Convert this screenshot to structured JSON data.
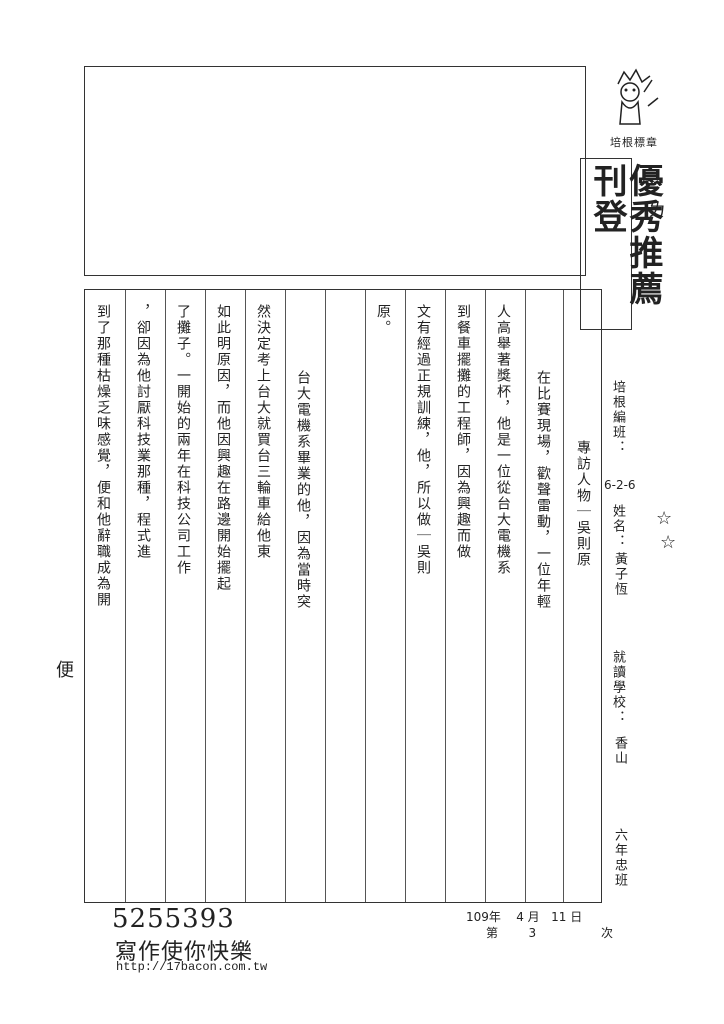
{
  "stamp": {
    "label": "培根標章"
  },
  "award": {
    "text": "優秀推薦刊登"
  },
  "info": {
    "class_label": "培根編班：",
    "class_value": "6-2-6",
    "name_label": "姓名：",
    "name_value": "黃子恆",
    "school_label": "就讀學校：",
    "school_value": "香山",
    "grade_value": "六年忠班"
  },
  "date": {
    "year": "109",
    "year_unit": "年",
    "month": "4",
    "month_unit": "月",
    "day": "11",
    "day_unit": "日"
  },
  "page": {
    "prefix": "第",
    "number": "3",
    "suffix": "次"
  },
  "footer": {
    "code": "5255393",
    "slogan": "寫作使你快樂",
    "url": "http://17bacon.com.tw"
  },
  "essay": {
    "columns": [
      "專訪人物｜吳則原",
      "在比賽現場，歡聲雷動，一位年輕",
      "人高舉著獎杯，他是一位從台大電機系",
      "到餐車擺攤的工程師，因為興趣而做",
      "文有經過正規訓練，他，所以做｜吳則",
      "原。",
      "",
      "台大電機系畢業的他，因為當時突",
      "然決定考上台大就買台三輪車給他東",
      "如此明原因，而他因興趣在路邊開始擺起",
      "了攤子。一開始的兩年在科技公司工作",
      "，卻因為他討厭科技業那種，程式進",
      "到了那種枯燥乏味感覺，便和他辭職成為開"
    ]
  },
  "marks": {
    "star1": "☆",
    "star2": "☆",
    "side_mark": "便",
    "corner_mark": "ㄌ"
  }
}
